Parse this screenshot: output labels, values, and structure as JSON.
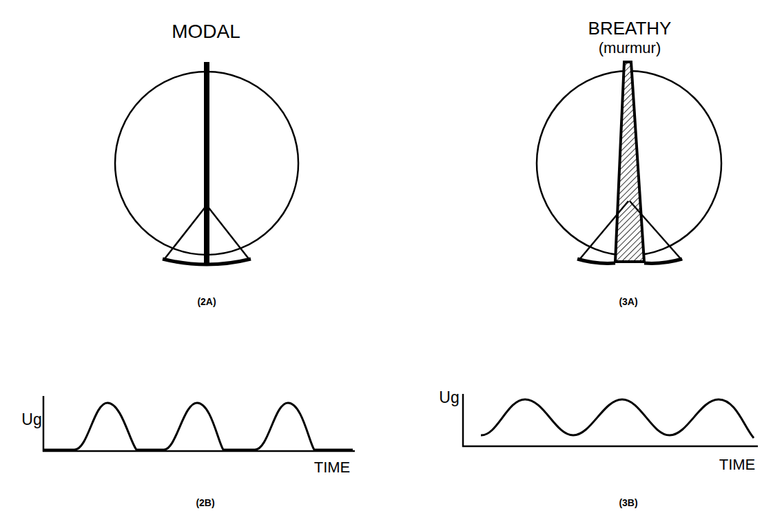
{
  "diagram": {
    "labels": [
      "MODAL",
      "BREATHY",
      "(murmur)",
      "(2A)",
      "(3A)",
      "Ug",
      "TIME",
      "Ug",
      "TIME",
      "(2B)",
      "(3B)"
    ]
  }
}
